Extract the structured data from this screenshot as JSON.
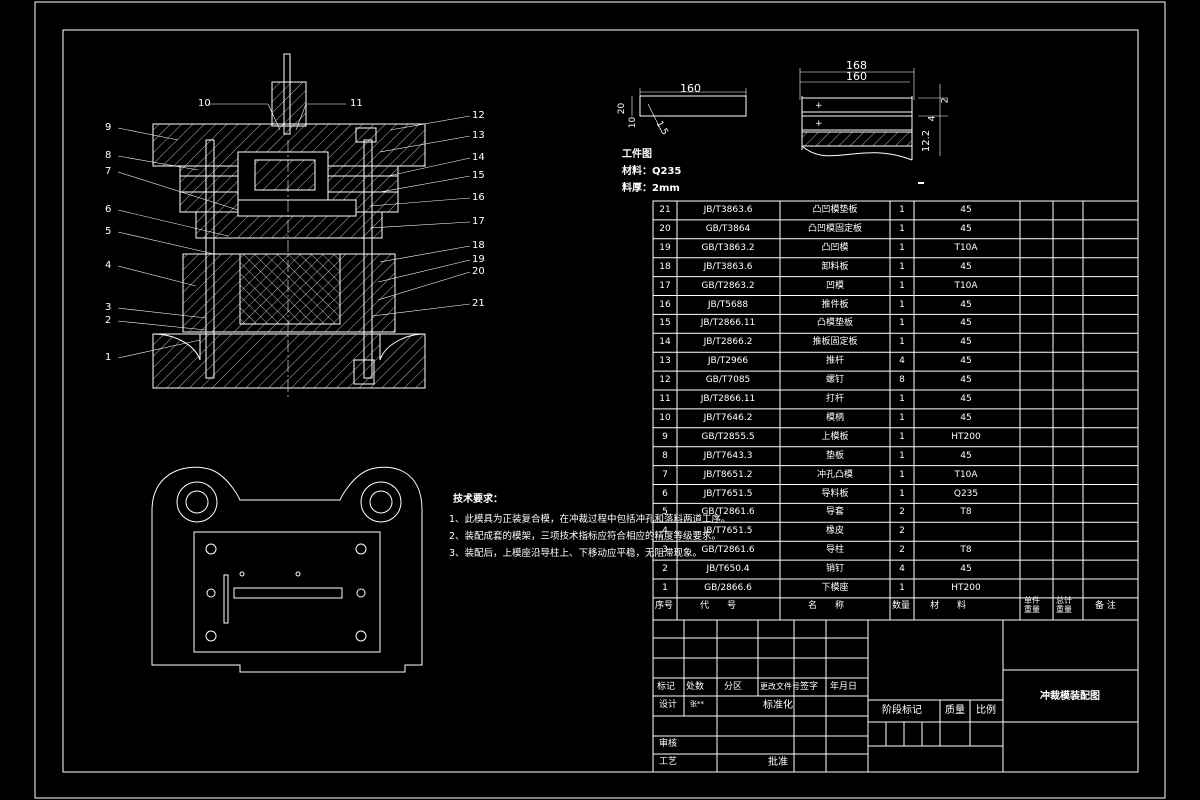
{
  "workpiece": {
    "dim_length": "160",
    "dim_20": "20",
    "dim_10": "10",
    "dim_r": "1.5",
    "title": "工件图",
    "material": "材料：Q235",
    "thickness": "料厚：2mm"
  },
  "strip": {
    "dim_168": "168",
    "dim_160": "160",
    "dim_4": "4",
    "dim_122": "12.2",
    "dim_small": "2"
  },
  "callouts": [
    "1",
    "2",
    "3",
    "4",
    "5",
    "6",
    "7",
    "8",
    "9",
    "10",
    "11",
    "12",
    "13",
    "14",
    "15",
    "16",
    "17",
    "18",
    "19",
    "20",
    "21"
  ],
  "tech": {
    "title": "技术要求：",
    "lines": [
      "1、此模具为正装复合模，在冲裁过程中包括冲孔和落料两道工序。",
      "2、装配成套的模架，三项技术指标应符合相应的精度等级要求。",
      "3、装配后，上模座沿导柱上、下移动应平稳，无阻滞现象。"
    ]
  },
  "bom": {
    "rows": [
      {
        "no": "21",
        "code": "JB/T3863.6",
        "name": "凸凹模垫板",
        "qty": "1",
        "mat": "45"
      },
      {
        "no": "20",
        "code": "GB/T3864",
        "name": "凸凹模固定板",
        "qty": "1",
        "mat": "45"
      },
      {
        "no": "19",
        "code": "GB/T3863.2",
        "name": "凸凹模",
        "qty": "1",
        "mat": "T10A"
      },
      {
        "no": "18",
        "code": "JB/T3863.6",
        "name": "卸料板",
        "qty": "1",
        "mat": "45"
      },
      {
        "no": "17",
        "code": "GB/T2863.2",
        "name": "凹模",
        "qty": "1",
        "mat": "T10A"
      },
      {
        "no": "16",
        "code": "JB/T5688",
        "name": "推件板",
        "qty": "1",
        "mat": "45"
      },
      {
        "no": "15",
        "code": "JB/T2866.11",
        "name": "凸模垫板",
        "qty": "1",
        "mat": "45"
      },
      {
        "no": "14",
        "code": "JB/T2866.2",
        "name": "推板固定板",
        "qty": "1",
        "mat": "45"
      },
      {
        "no": "13",
        "code": "JB/T2966",
        "name": "推杆",
        "qty": "4",
        "mat": "45"
      },
      {
        "no": "12",
        "code": "GB/T7085",
        "name": "螺钉",
        "qty": "8",
        "mat": "45"
      },
      {
        "no": "11",
        "code": "JB/T2866.11",
        "name": "打杆",
        "qty": "1",
        "mat": "45"
      },
      {
        "no": "10",
        "code": "JB/T7646.2",
        "name": "模柄",
        "qty": "1",
        "mat": "45"
      },
      {
        "no": "9",
        "code": "GB/T2855.5",
        "name": "上模板",
        "qty": "1",
        "mat": "HT200"
      },
      {
        "no": "8",
        "code": "JB/T7643.3",
        "name": "垫板",
        "qty": "1",
        "mat": "45"
      },
      {
        "no": "7",
        "code": "JB/T8651.2",
        "name": "冲孔凸模",
        "qty": "1",
        "mat": "T10A"
      },
      {
        "no": "6",
        "code": "JB/T7651.5",
        "name": "导料板",
        "qty": "1",
        "mat": "Q235"
      },
      {
        "no": "5",
        "code": "GB/T2861.6",
        "name": "导套",
        "qty": "2",
        "mat": "T8"
      },
      {
        "no": "4",
        "code": "JB/T7651.5",
        "name": "橡皮",
        "qty": "2",
        "mat": ""
      },
      {
        "no": "3",
        "code": "GB/T2861.6",
        "name": "导柱",
        "qty": "2",
        "mat": "T8"
      },
      {
        "no": "2",
        "code": "JB/T650.4",
        "name": "销钉",
        "qty": "4",
        "mat": "45"
      },
      {
        "no": "1",
        "code": "GB/2866.6",
        "name": "下模座",
        "qty": "1",
        "mat": "HT200"
      }
    ],
    "header": {
      "no": "序号",
      "code": "代　　号",
      "name": "名　　称",
      "qty": "数量",
      "mat": "材　　料",
      "unit_w": "单件\n重量",
      "total_w": "总计\n重量",
      "remark": "备 注"
    }
  },
  "titleblock": {
    "marks": [
      "标记",
      "处数",
      "分区",
      "更改文件号",
      "签字",
      "年月日"
    ],
    "design": "设计",
    "design_name": "张**",
    "standard": "标准化",
    "stage": "阶段标记",
    "weight": "质量",
    "scale": "比例",
    "review": "审核",
    "process": "工艺",
    "approve": "批准",
    "drawing_title": "冲裁模装配图"
  }
}
